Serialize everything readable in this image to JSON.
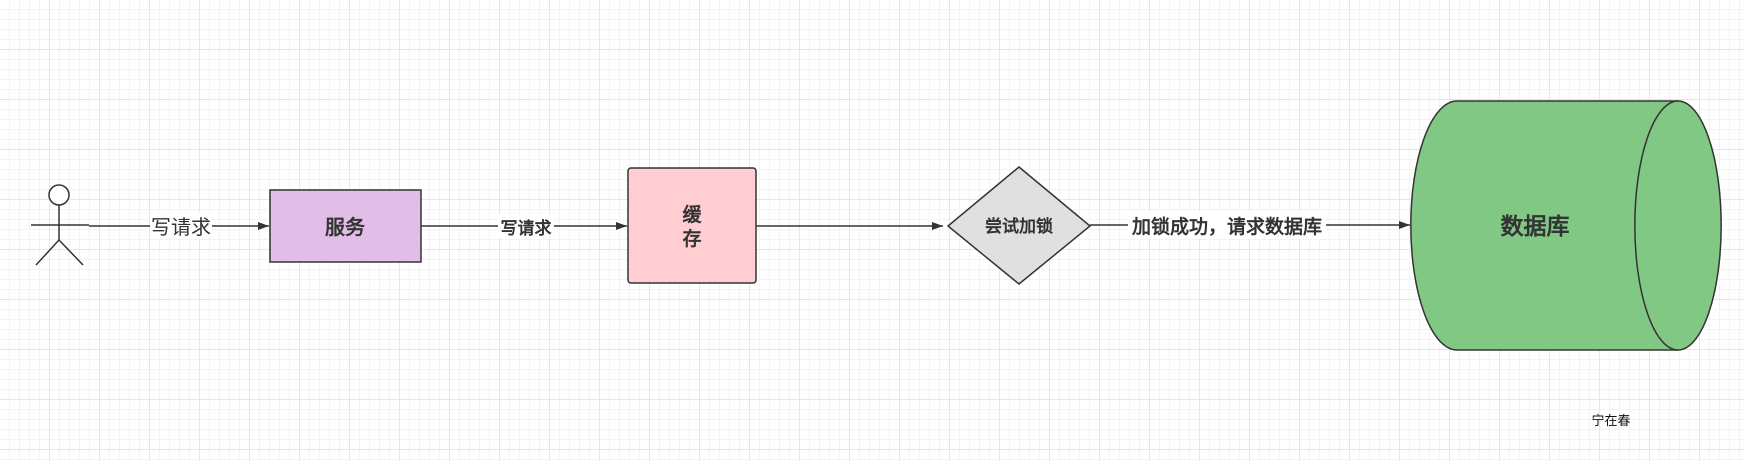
{
  "diagram": {
    "actor": {},
    "edges": {
      "actor_to_service": "写请求",
      "service_to_cache": "写请求",
      "lock_to_db": "加锁成功，请求数据库"
    },
    "nodes": {
      "service": "服务",
      "cache_line1": "缓",
      "cache_line2": "存",
      "lock": "尝试加锁",
      "database": "数据库"
    },
    "watermark": "宁在春"
  },
  "colors": {
    "service_fill": "#e1bee7",
    "cache_fill": "#ffcdd2",
    "lock_fill": "#e0e0e0",
    "db_fill": "#80c883",
    "stroke": "#333333"
  }
}
